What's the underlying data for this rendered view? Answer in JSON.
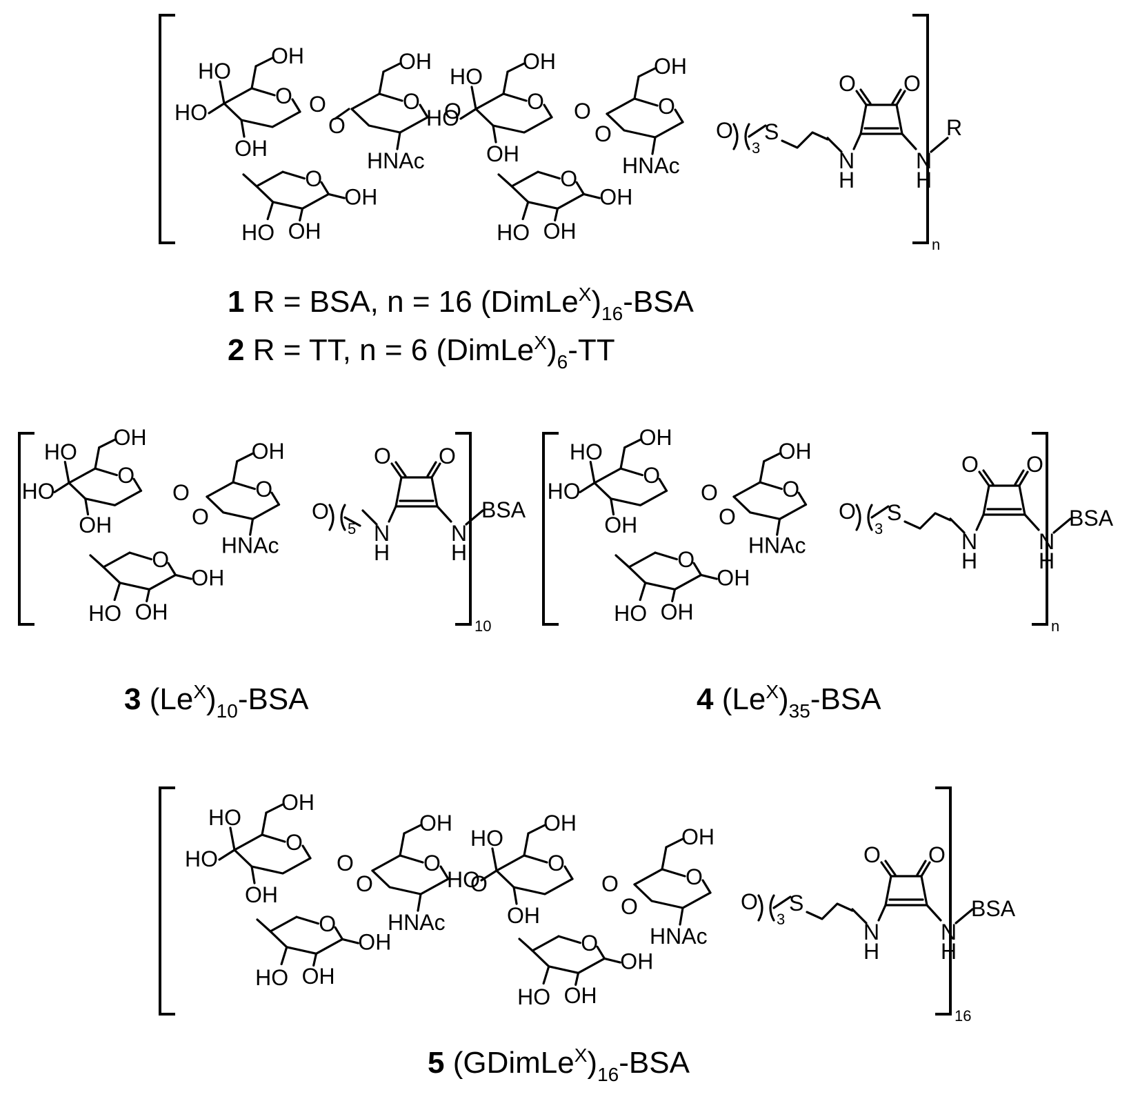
{
  "structures": [
    {
      "id": "dimlex-conjugate",
      "repeat_subscript": "n",
      "substituent": "R",
      "caption": {
        "number": "1",
        "text": " R = BSA, n = 16 (DimLe",
        "sup": "X",
        "mid": ")",
        "sub": "16",
        "tail": "-BSA"
      },
      "caption2": {
        "number": "2",
        "text": " R = TT, n = 6 (DimLe",
        "sup": "X",
        "mid": ")",
        "sub": "6",
        "tail": "-TT"
      }
    },
    {
      "id": "lex-10-conjugate",
      "repeat_subscript": "10",
      "substituent": "BSA",
      "linker_subscript": "5",
      "caption": {
        "number": "3",
        "text": " (Le",
        "sup": "X",
        "mid": ")",
        "sub": "10",
        "tail": "-BSA"
      }
    },
    {
      "id": "lex-35-conjugate",
      "repeat_subscript": "n",
      "substituent": "BSA",
      "linker_subscript": "3",
      "caption": {
        "number": "4",
        "text": " (Le",
        "sup": "X",
        "mid": ")",
        "sub": "35",
        "tail": "-BSA"
      }
    },
    {
      "id": "gdimlex-conjugate",
      "repeat_subscript": "16",
      "substituent": "BSA",
      "linker_subscript": "3",
      "caption": {
        "number": "5",
        "text": " (GDimLe",
        "sup": "X",
        "mid": ")",
        "sub": "16",
        "tail": "-BSA"
      }
    }
  ],
  "atom_labels": {
    "ho": "HO",
    "oh": "OH",
    "o": "O",
    "nhac": "HNAc",
    "s": "S",
    "n": "N",
    "h": "H",
    "linker_3": "3",
    "linker_5": "5"
  }
}
